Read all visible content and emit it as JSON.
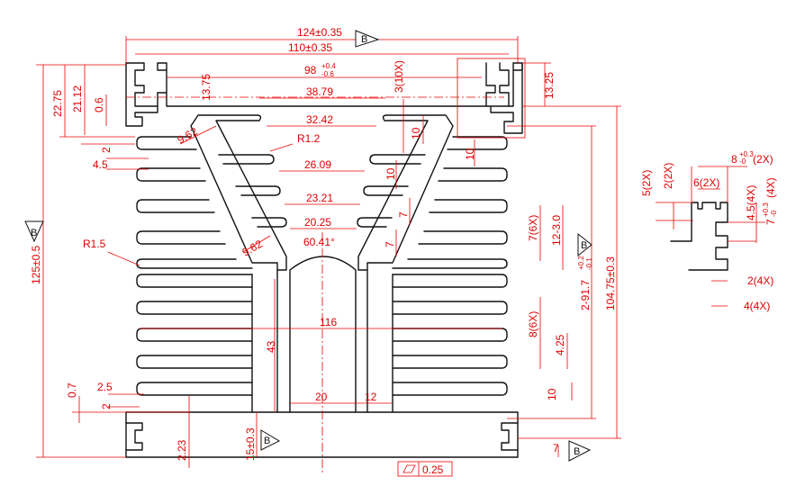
{
  "dimensions": {
    "overall_width": "124±0.35",
    "slot_width": "110±0.35",
    "inner_width": "98",
    "inner_width_tol_top": "+0.4",
    "inner_width_tol_bottom": "-0.6",
    "top_gap": "38.79",
    "gap_2": "32.42",
    "gap_3": "26.09",
    "gap_4": "23.21",
    "gap_5": "20.25",
    "arc_angle": "60.41°",
    "fin_span": "116",
    "center_slot": "20",
    "center_fin": "12",
    "overall_height": "125±0.5",
    "height_2": "104.75±0.3",
    "height_3": "2-91.7",
    "height_3_tol_top": "+0.2",
    "height_3_tol_bottom": "-0.1",
    "fin_pitch_6x": "7(6X)",
    "fin_pitch_8x": "8(6X)",
    "fin_thk_range": "12-3.0",
    "v_4_25": "4.25",
    "v_22_75": "22.75",
    "v_21_12": "21.12",
    "v_0_6": "0.6",
    "v_13_75": "13.75",
    "v_3_10x": "3(10X)",
    "v_13_25": "13.25",
    "v_10_a": "10",
    "v_10_b": "10",
    "v_10_c": "10",
    "v_10_d": "10",
    "v_2_top": "2",
    "v_4_5_left": "4.5",
    "v_9_62_a": "9.62",
    "v_9_62_b": "9.62",
    "radius_1_2": "R1.2",
    "radius_1_5": "R1.5",
    "v_7_a": "7",
    "v_7_b": "7",
    "v_7_bottom": "7",
    "v_43": "43",
    "v_0_7": "0.7",
    "v_2_5": "2.5",
    "v_2_bottom": "2",
    "v_2_23": "2.23",
    "v_15": "15±0.3",
    "flatness": "0.25",
    "datum": "B"
  },
  "detail": {
    "v_5_2x": "5(2X)",
    "v_2_2x": "2(2X)",
    "v_8_2x": "8",
    "v_8_2x_tol_top": "+0.3",
    "v_8_2x_tol_bottom": "-0",
    "v_8_2x_suffix": "(2X)",
    "v_6_2x": "6(2X)",
    "v_4_5_4x": "4.5(4X)",
    "v_7_4x": "7",
    "v_7_4x_tol_top": "+0.3",
    "v_7_4x_tol_bottom": "-0",
    "v_7_4x_suffix": "(4X)",
    "v_2_4x": "2(4X)",
    "v_4_4x": "4(4X)"
  }
}
